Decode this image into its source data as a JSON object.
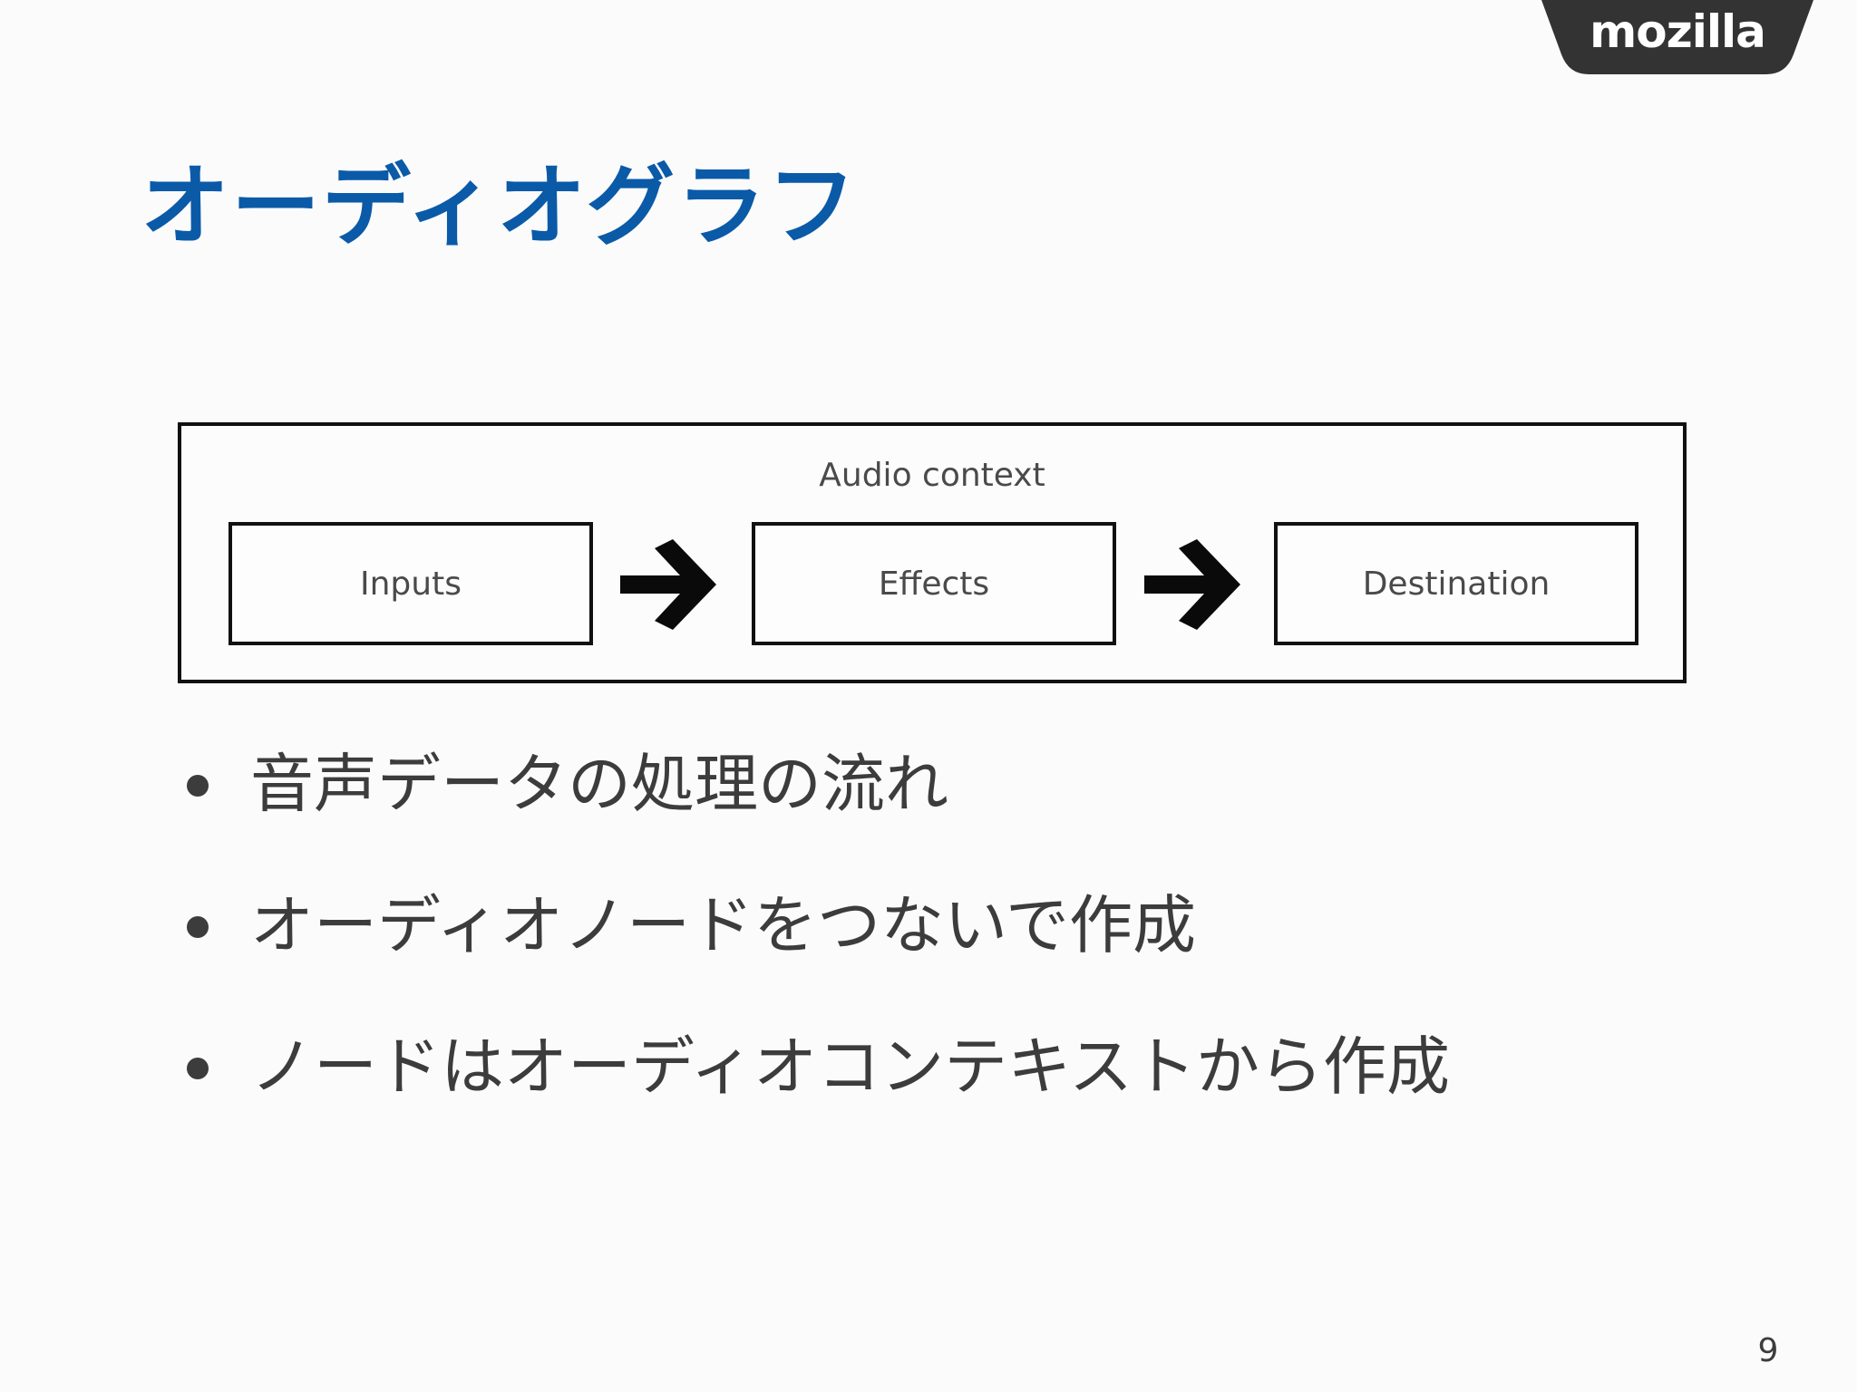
{
  "logo": {
    "text": "mozilla"
  },
  "slide": {
    "title": "オーディオグラフ",
    "page_number": "9"
  },
  "diagram": {
    "context_label": "Audio context",
    "nodes": [
      {
        "label": "Inputs"
      },
      {
        "label": "Effects"
      },
      {
        "label": "Destination"
      }
    ],
    "arrows": [
      "arrow-right-icon",
      "arrow-right-icon"
    ]
  },
  "bullets": [
    "音声データの処理の流れ",
    "オーディオノードをつないで作成",
    "ノードはオーディオコンテキストから作成"
  ],
  "colors": {
    "title": "#0a5aa8",
    "logo_bg": "#333333",
    "text": "#3c3c3c",
    "background": "#fbfbfb"
  }
}
